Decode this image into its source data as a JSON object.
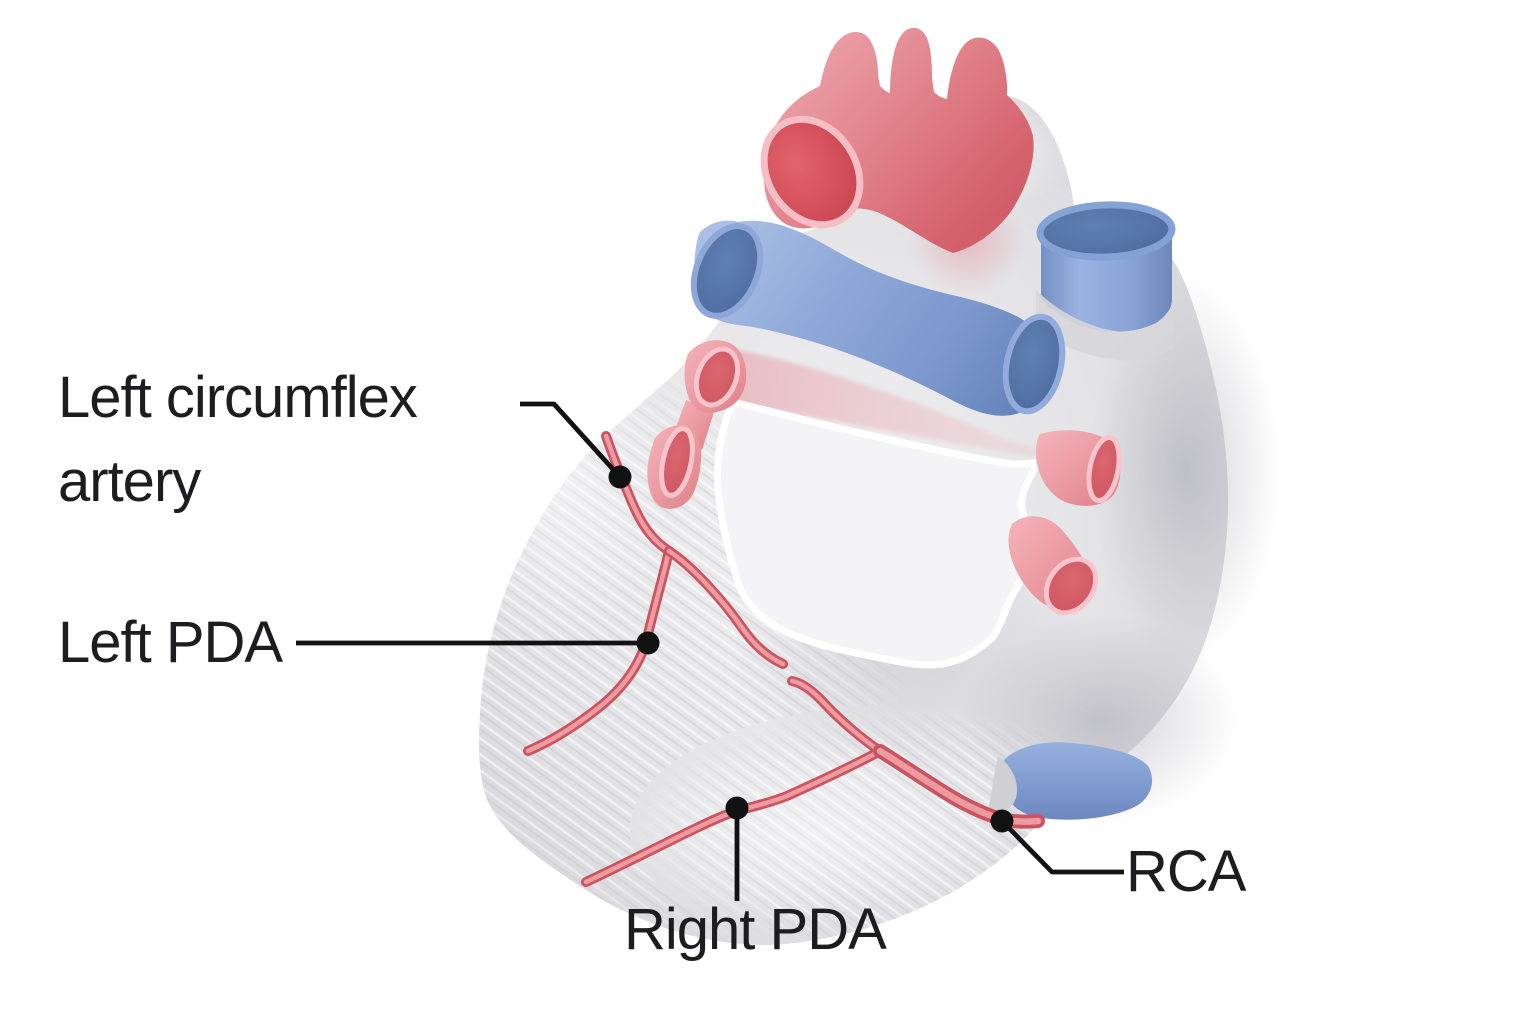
{
  "labels": {
    "left_circumflex": {
      "line1": "Left circumflex",
      "line2": "artery"
    },
    "left_pda": {
      "text": "Left PDA"
    },
    "right_pda": {
      "text": "Right PDA"
    },
    "rca": {
      "text": "RCA"
    }
  },
  "colors": {
    "background": "#ffffff",
    "label_text": "#1d1d1f",
    "leader_line": "#121212",
    "heart_gray": "#dcdcdf",
    "aorta_red": "#df7b83",
    "aorta_opening_interior": "#d4505b",
    "vessel_pink_rim": "#f5bdc4",
    "pulmonary_vein_pink": "#ea98a0",
    "blue_vessel": "#7f9bd0",
    "blue_vessel_interior": "#51709f",
    "coronary_artery_dark": "#c9545f",
    "coronary_artery_light": "#ee9aa1"
  }
}
